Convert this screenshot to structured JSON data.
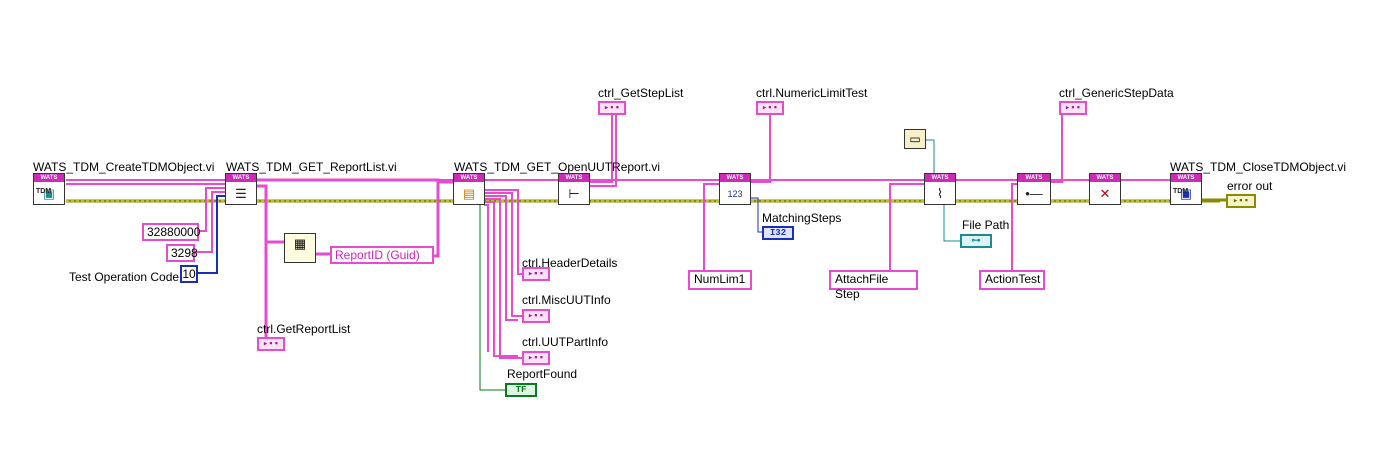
{
  "subvis": {
    "create": "WATS_TDM_CreateTDMObject.vi",
    "get_report_list": "WATS_TDM_GET_ReportList.vi",
    "open_uut_report": "WATS_TDM_GET_OpenUUTReport.vi",
    "close": "WATS_TDM_CloseTDMObject.vi"
  },
  "badge_text": "WATS",
  "tdm_text": "TDM",
  "constants": {
    "val1": "32880000",
    "val2": "3298",
    "test_op_code_label": "Test Operation Code",
    "test_op_code_value": "10",
    "report_id": "ReportID (Guid)",
    "numlim": "NumLim1",
    "attach": "AttachFile Step",
    "action": "ActionTest"
  },
  "indicators": {
    "get_report_list": "ctrl.GetReportList",
    "header_details": "ctrl.HeaderDetails",
    "misc_uut_info": "ctrl.MiscUUTInfo",
    "uut_part_info": "ctrl.UUTPartInfo",
    "report_found": "ReportFound",
    "get_step_list": "ctrl_GetStepList",
    "numeric_limit_test": "ctrl.NumericLimitTest",
    "matching_steps": "MatchingSteps",
    "file_path": "File Path",
    "generic_step_data": "ctrl_GenericStepData",
    "error_out": "error out"
  },
  "terminal_types": {
    "cluster": "▸▪▪",
    "i32": "I32",
    "tf": "TF",
    "path": "⊶",
    "error": "▸▪▪"
  },
  "colors": {
    "cluster_wire": "#e64bd0",
    "error_wire": "#8b8b00",
    "error_wire_fill": "#f2f26a",
    "int_wire": "#1a2fb3",
    "bool_wire": "#0a7a1e",
    "path_wire": "#1c8d8f"
  },
  "icons": {
    "create": "tdm-create-icon",
    "get_report_list": "list-icon",
    "index_array": "index-array-icon",
    "open_report": "open-report-icon",
    "get_step_list": "tree-icon",
    "numeric_limit": "numeric-limit-icon",
    "attach_file": "paperclip-icon",
    "generic_step": "generic-step-icon",
    "delete_step": "delete-step-icon",
    "close": "tdm-close-icon",
    "folder": "folder-constant-icon",
    "build_path": "build-path-icon"
  }
}
